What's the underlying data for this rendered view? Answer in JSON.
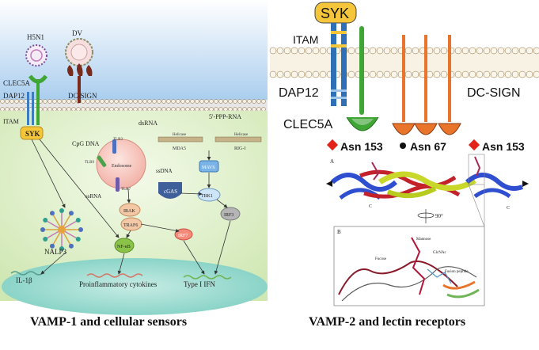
{
  "left_panel": {
    "caption": "VAMP-1 and cellular sensors",
    "labels": {
      "h5n1": "H5N1",
      "dv": "DV",
      "clec5a": "CLEC5A",
      "dap12": "DAP12",
      "dc_sign": "DC-SIGN",
      "itam": "ITAM",
      "syk": "SYK",
      "dsrna": "dsRNA",
      "ppp_rna": "5'-PPP-RNA",
      "cpg_dna": "CpG DNA",
      "tlr3": "TLR3",
      "tlr9": "TLR9",
      "tlr7": "TLR7",
      "endosome": "Endosome",
      "helicase1": "Helicase",
      "helicase2": "Helicase",
      "mda5": "MDA5",
      "rig1": "RIG-I",
      "ssrna": "ssRNA",
      "ssdna": "ssDNA",
      "mavs": "MAVS",
      "cgas": "cGAS",
      "irak": "IRAK",
      "traf6": "TRAF6",
      "tbk1": "TBK1",
      "irf3": "IRF3",
      "irf7": "IRF7",
      "nfkb": "NF-κB",
      "nalp3": "NALP3",
      "il1b": "IL-1β",
      "proinflammatory": "Proinflammatory cytokines",
      "type1ifn": "Type I IFN"
    }
  },
  "right_panel": {
    "caption": "VAMP-2 and lectin receptors",
    "labels": {
      "syk": "SYK",
      "itam": "ITAM",
      "dap12": "DAP12",
      "clec5a": "CLEC5A",
      "dc_sign": "DC-SIGN",
      "asn153_left": "Asn 153",
      "asn67": "Asn 67",
      "asn153_right": "Asn 153",
      "panel_a": "A",
      "panel_b": "B",
      "rotation": "90°",
      "mannose": "Mannose",
      "glcnac": "GlcNAc",
      "fucose": "Fucose",
      "fusion_peptide": "Fusion peptide",
      "c_left": "C",
      "c_right": "C"
    }
  },
  "colors": {
    "membrane_blue": "#bcd8ef",
    "cytoplasm_green": "#dcefc4",
    "nucleus": "#a9ddd4",
    "syk_yellow": "#f5c53a",
    "clec5a_green": "#3fa535",
    "dcsign_orange": "#e9742b",
    "asn_red": "#e2231a"
  }
}
